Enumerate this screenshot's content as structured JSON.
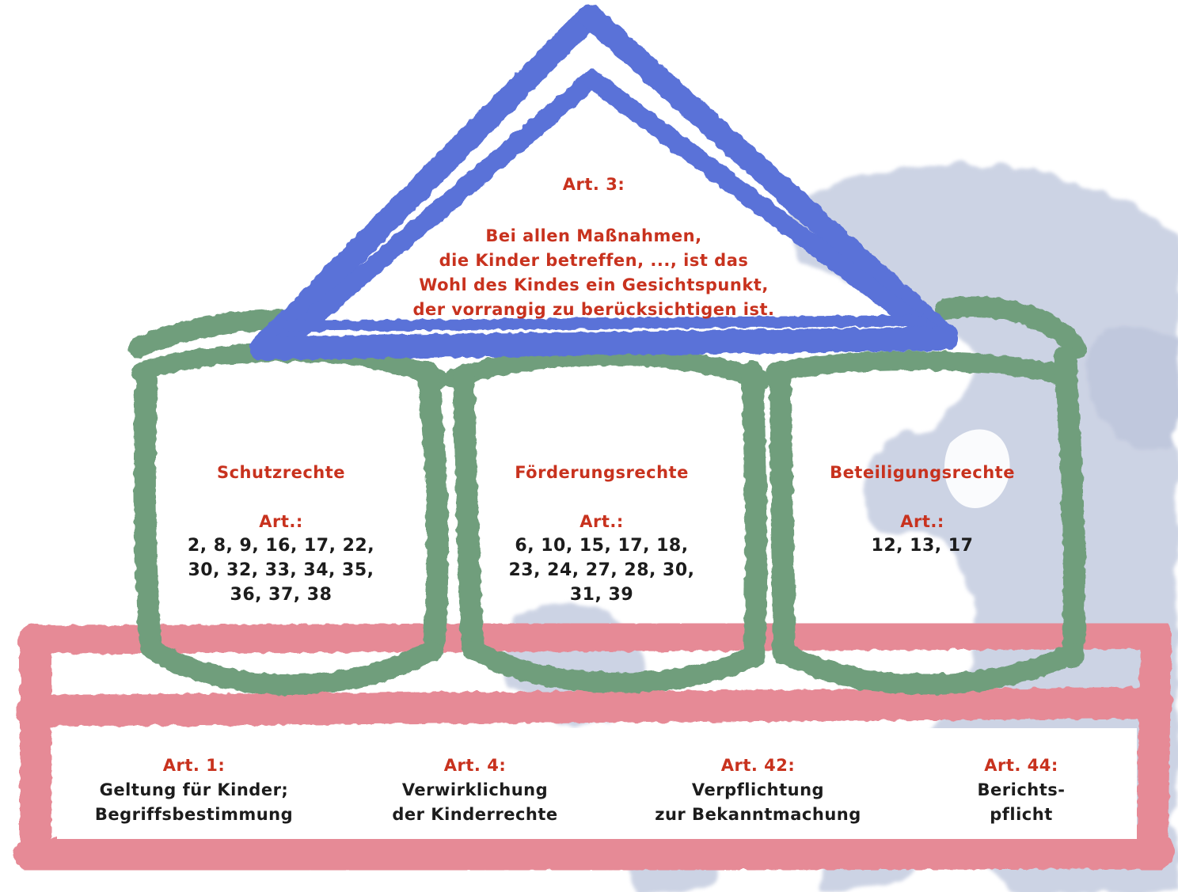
{
  "roof": {
    "heading": "Art. 3:",
    "lines": [
      "Bei allen Maßnahmen,",
      "die Kinder betreffen, ..., ist das",
      "Wohl des Kindes ein Gesichtspunkt,",
      "der vorrangig zu berücksichtigen ist."
    ]
  },
  "pillars": [
    {
      "title": "Schutzrechte",
      "art_label": "Art.:",
      "articles": [
        "2, 8, 9, 16, 17, 22,",
        "30, 32, 33, 34, 35,",
        "36, 37, 38"
      ]
    },
    {
      "title": "Förderungsrechte",
      "art_label": "Art.:",
      "articles": [
        "6, 10, 15, 17, 18,",
        "23, 24, 27, 28, 30,",
        "31, 39"
      ]
    },
    {
      "title": "Beteiligungsrechte",
      "art_label": "Art.:",
      "articles": [
        "12, 13, 17"
      ]
    }
  ],
  "base": [
    {
      "heading": "Art. 1:",
      "lines": [
        "Geltung für Kinder;",
        "Begriffsbestimmung"
      ]
    },
    {
      "heading": "Art. 4:",
      "lines": [
        "Verwirklichung",
        "der Kinderrechte"
      ]
    },
    {
      "heading": "Art. 42:",
      "lines": [
        "Verpflichtung",
        "zur Bekanntmachung"
      ]
    },
    {
      "heading": "Art. 44:",
      "lines": [
        "Berichts-",
        "pflicht"
      ]
    }
  ],
  "colors": {
    "roof": "#5a72d8",
    "pillars": "#6f9e7c",
    "base": "#e68a96",
    "background_shape": "#c4cce0",
    "heading_text": "#c8321e",
    "body_text": "#1c1c1c"
  }
}
